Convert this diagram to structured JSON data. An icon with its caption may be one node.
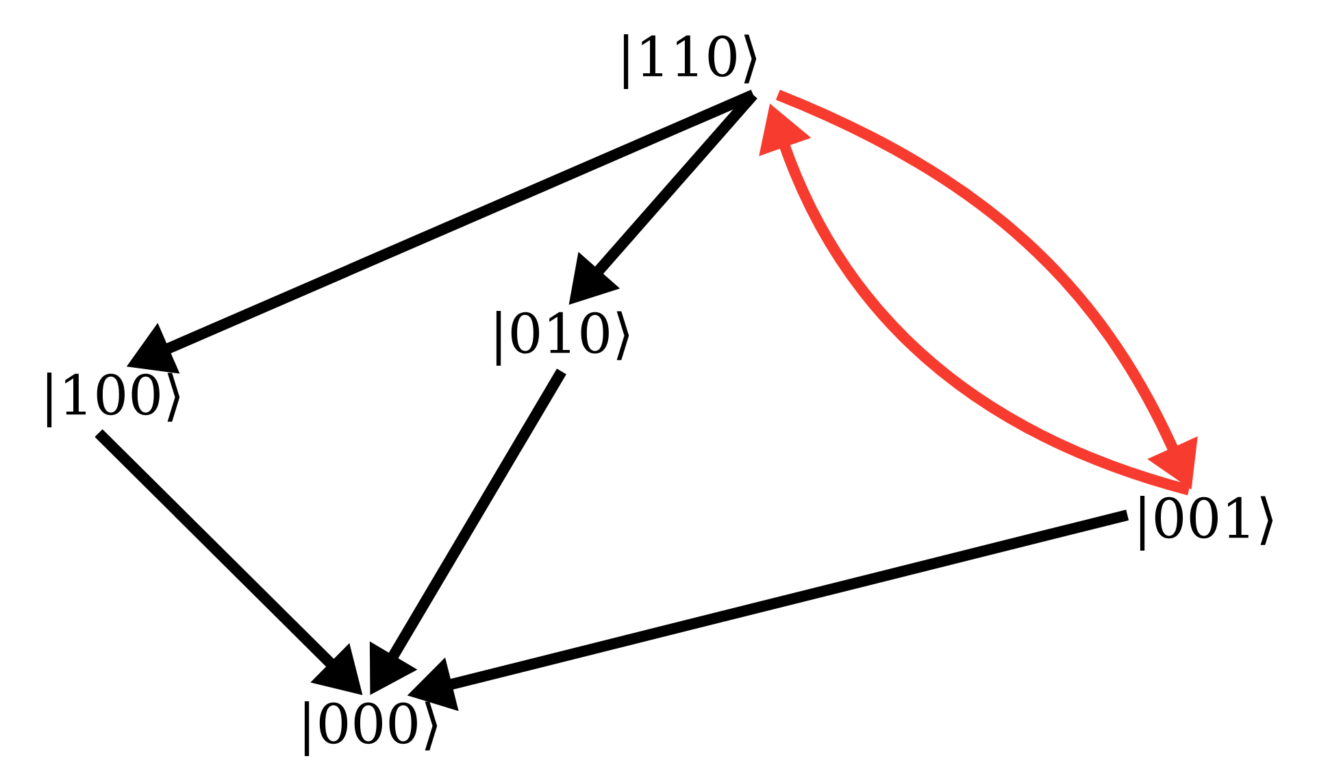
{
  "diagram": {
    "nodes": [
      {
        "text": [
          "|110⟩"
        ]
      },
      {
        "text": [
          "|100⟩"
        ]
      },
      {
        "text": [
          "|010⟩"
        ]
      },
      {
        "text": [
          "|001⟩"
        ]
      },
      {
        "text": [
          "|000⟩"
        ]
      }
    ],
    "edges": [
      {
        "from": 0,
        "to": 1,
        "arrow": "to"
      },
      {
        "from": 0,
        "to": 2,
        "arrow": "to"
      },
      {
        "from": 1,
        "to": 4,
        "arrow": "to"
      },
      {
        "from": 2,
        "to": 4,
        "arrow": "to"
      },
      {
        "from": 3,
        "to": 4,
        "arrow": "to"
      },
      {
        "from": 0,
        "to": 3,
        "arrow": "to",
        "color": "#f83b2f"
      },
      {
        "from": 3,
        "to": 0,
        "arrow": "to",
        "color": "#f83b2f"
      }
    ]
  }
}
